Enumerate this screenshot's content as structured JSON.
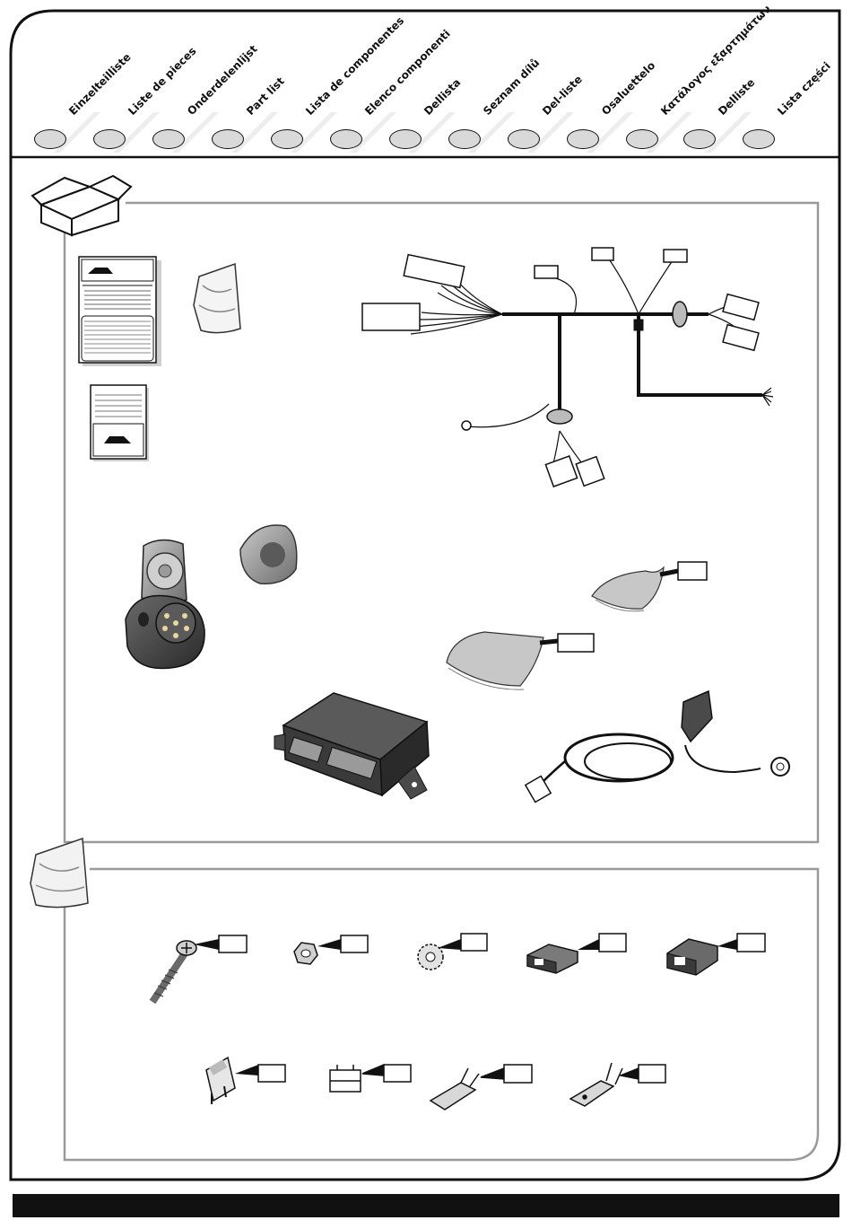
{
  "header": {
    "languages": [
      {
        "label": "Einzelteilliste"
      },
      {
        "label": "Liste de pieces"
      },
      {
        "label": "Onderdelenlijst"
      },
      {
        "label": "Part list"
      },
      {
        "label": "Lista de componentes"
      },
      {
        "label": "Elenco componenti"
      },
      {
        "label": "Dellista"
      },
      {
        "label": "Seznam dílů"
      },
      {
        "label": "Del-liste"
      },
      {
        "label": "Osaluettelo"
      },
      {
        "label": "Κατάλογος εξαρτημάτων"
      },
      {
        "label": "Delliste"
      },
      {
        "label": "Lista części"
      }
    ]
  },
  "colors": {
    "outline": "#111111",
    "tab_fill": "#d9d9d9",
    "panel_border": "#9a9a9a",
    "part_grey": "#9b9b9b",
    "part_dark": "#3a3a3a"
  },
  "icons": {
    "box": "box-icon",
    "bag": "bag-icon"
  }
}
